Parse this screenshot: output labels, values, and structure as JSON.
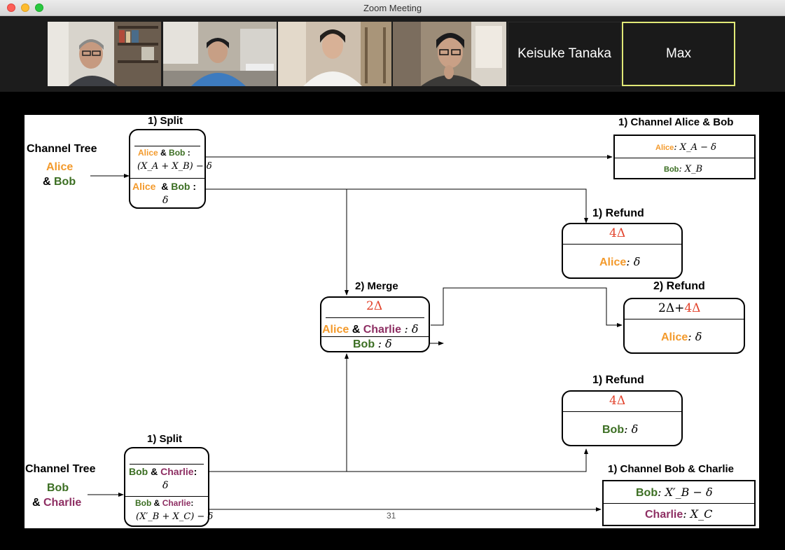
{
  "window": {
    "title": "Zoom Meeting"
  },
  "participants": [
    {
      "name": "Keisuke Tanaka"
    },
    {
      "name": "Max"
    }
  ],
  "slide": {
    "page_number": "31",
    "top": {
      "tree_title": "Channel Tree",
      "tree_alice": "Alice",
      "tree_amp": "& ",
      "tree_bob": "Bob",
      "split_title": "1) Split",
      "split_r1_alice": "Alice",
      "split_r1_amp": "&",
      "split_r1_bob": "Bob",
      "split_r1_colon": ":",
      "split_r1_formula": "(X_A + X_B) − δ",
      "split_r2_alice": "Alice",
      "split_r2_amp": "&",
      "split_r2_bob": "Bob",
      "split_r2_colon": ":",
      "split_r2_formula": "δ",
      "channel_title": "1) Channel Alice & Bob",
      "channel_r1_label": "Alice",
      "channel_r1_formula": ": X_A − δ",
      "channel_r2_label": "Bob",
      "channel_r2_formula": ": X_B",
      "refund1_title": "1) Refund",
      "refund1_top": "4Δ",
      "refund1_label": "Alice",
      "refund1_formula": ": δ"
    },
    "merge": {
      "title": "2) Merge",
      "top": "2Δ",
      "r1_alice": "Alice",
      "r1_amp": "&",
      "r1_charlie": "Charlie",
      "r1_formula": ": δ",
      "r2_bob": "Bob",
      "r2_formula": ": δ"
    },
    "refund2": {
      "title": "2) Refund",
      "top_black": "2Δ+",
      "top_red": "4Δ",
      "label": "Alice",
      "formula": ": δ"
    },
    "refund3": {
      "title": "1) Refund",
      "top": "4Δ",
      "label": "Bob",
      "formula": ": δ"
    },
    "bottom": {
      "tree_title": "Channel Tree",
      "tree_bob": "Bob",
      "tree_amp": "& ",
      "tree_charlie": "Charlie",
      "split_title": "1) Split",
      "split_r1_bob": "Bob",
      "split_r1_amp": "&",
      "split_r1_charlie": "Charlie",
      "split_r1_colon": ":",
      "split_r1_formula": "δ",
      "split_r2_bob": "Bob",
      "split_r2_amp": "&",
      "split_r2_charlie": "Charlie",
      "split_r2_colon": ":",
      "split_r2_formula": "(X′_B + X_C) − δ",
      "channel_title": "1) Channel Bob & Charlie",
      "channel_r1_label": "Bob",
      "channel_r1_formula": ": X′_B − δ",
      "channel_r2_label": "Charlie",
      "channel_r2_formula": ": X_C"
    }
  },
  "colors": {
    "alice": "#f39a2c",
    "bob": "#3b6e22",
    "charlie": "#8e2f63",
    "delta_red": "#e2422b",
    "active_speaker_border": "#e1e977"
  }
}
